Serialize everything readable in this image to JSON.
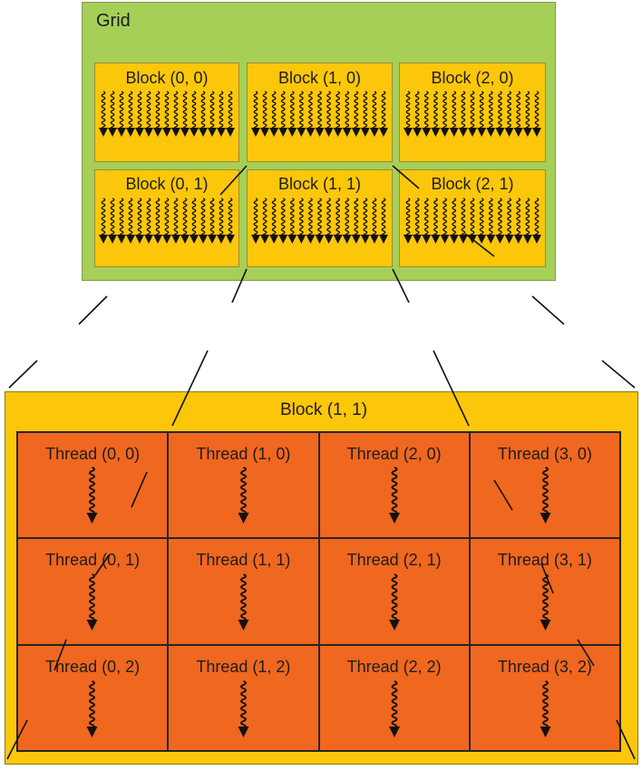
{
  "grid": {
    "title": "Grid",
    "blocks": [
      {
        "label": "Block (0, 0)"
      },
      {
        "label": "Block (1, 0)"
      },
      {
        "label": "Block (2, 0)"
      },
      {
        "label": "Block (0, 1)"
      },
      {
        "label": "Block (1, 1)"
      },
      {
        "label": "Block (2, 1)"
      }
    ]
  },
  "expanded_block": {
    "title": "Block (1, 1)",
    "threads": [
      [
        "Thread (0, 0)",
        "Thread (1, 0)",
        "Thread (2, 0)",
        "Thread (3, 0)"
      ],
      [
        "Thread (0, 1)",
        "Thread (1, 1)",
        "Thread (2, 1)",
        "Thread (3, 1)"
      ],
      [
        "Thread (0, 2)",
        "Thread (1, 2)",
        "Thread (2, 2)",
        "Thread (3, 2)"
      ]
    ]
  },
  "colors": {
    "grid_background": "#a6cf58",
    "block_background": "#fcc70a",
    "thread_background": "#f0671f",
    "ink": "#1d1d1d"
  },
  "icons": {
    "thread_arrow": "wavy-arrow-icon"
  }
}
